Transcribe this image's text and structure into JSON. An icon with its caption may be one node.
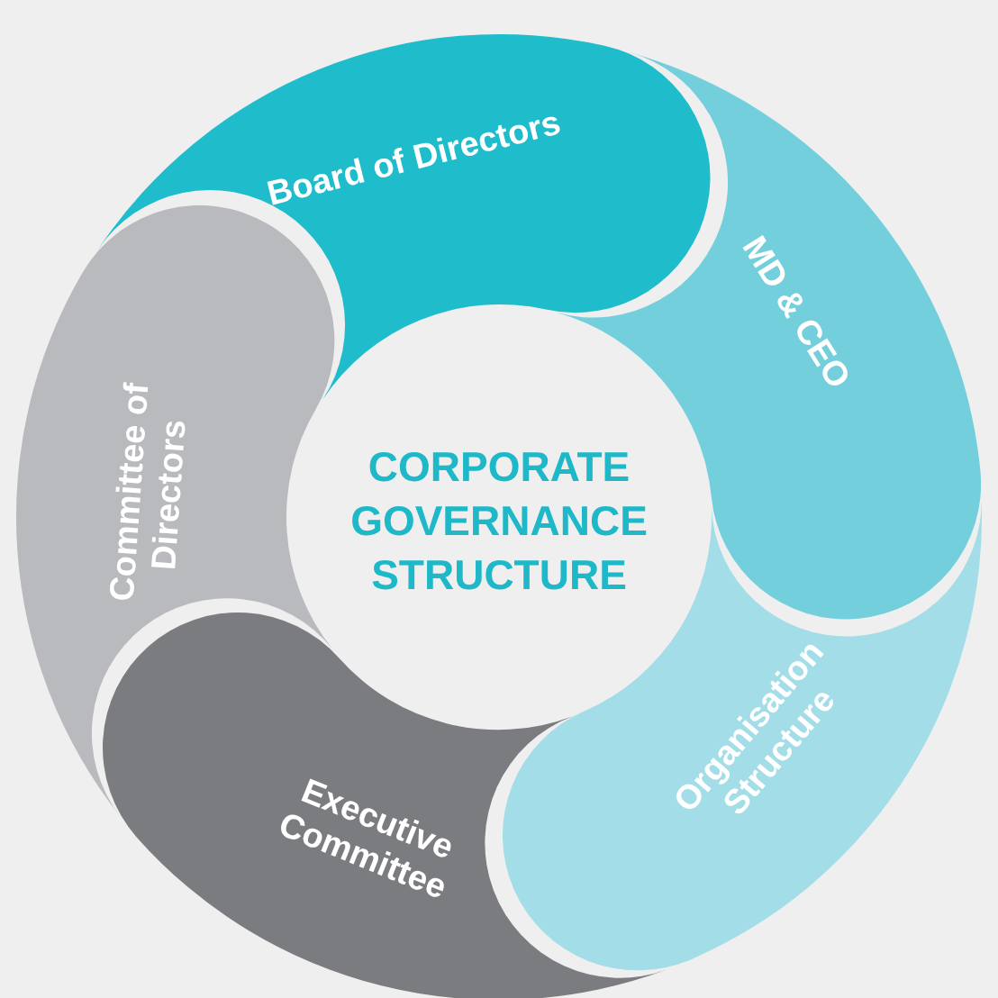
{
  "diagram": {
    "title": "CORPORATE GOVERNANCE STRUCTURE",
    "nodes": [
      {
        "text": [
          "Board of Directors"
        ]
      },
      {
        "text": [
          "MD & CEO"
        ]
      },
      {
        "text": [
          "Organisation Structure"
        ]
      },
      {
        "text": [
          "Executive Committee"
        ]
      },
      {
        "text": [
          "Committee of Directors"
        ]
      }
    ]
  }
}
